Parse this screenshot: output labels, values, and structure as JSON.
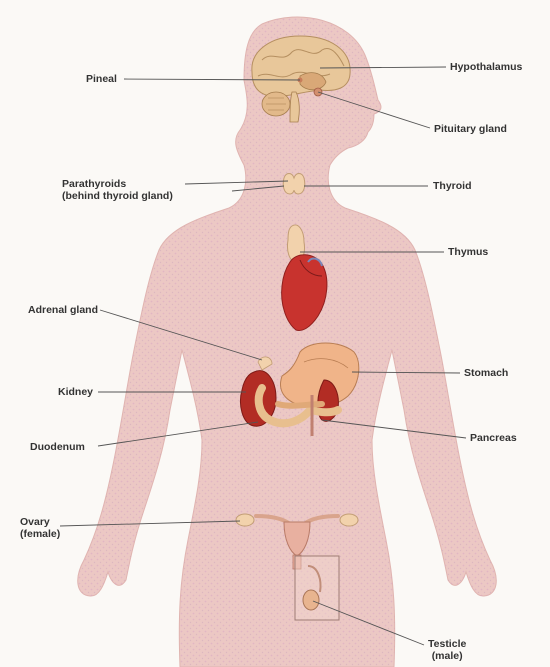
{
  "labels": {
    "pineal": "Pineal",
    "hypothalamus": "Hypothalamus",
    "pituitary": "Pituitary gland",
    "parathyroids": "Parathyroids",
    "parathyroids_note": "(behind thyroid gland)",
    "thyroid": "Thyroid",
    "thymus": "Thymus",
    "adrenal": "Adrenal gland",
    "kidney": "Kidney",
    "stomach": "Stomach",
    "duodenum": "Duodenum",
    "pancreas": "Pancreas",
    "ovary": "Ovary",
    "ovary_note": "(female)",
    "testicle": "Testicle",
    "testicle_note": "(male)"
  },
  "colors": {
    "body": "#ecc8c4",
    "leader_line": "#555555",
    "brain": "#e8c79a",
    "heart": "#c8332e",
    "stomach": "#f0b489",
    "kidney": "#b22c24",
    "gland": "#f2d2ac"
  }
}
